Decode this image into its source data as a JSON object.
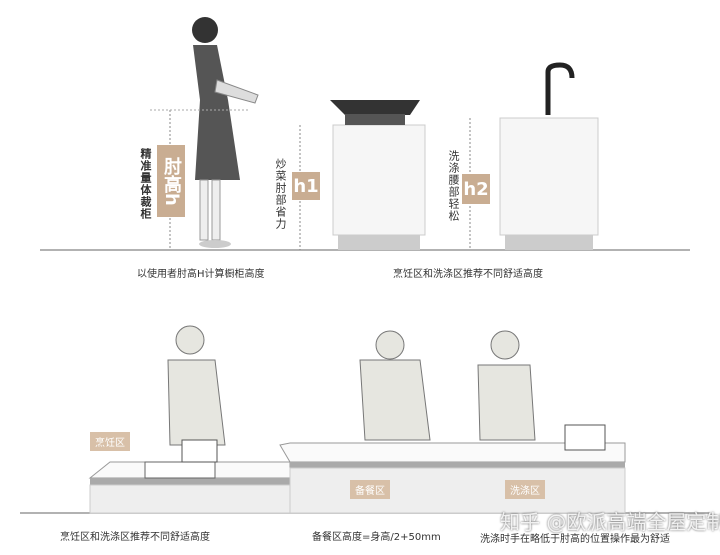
{
  "top": {
    "left_vertical": "精准量体裁柜",
    "tag_h": "肘高h",
    "mid_vertical": "炒菜肘部省力",
    "tag_h1": "h1",
    "right_vertical": "洗涤腰部轻松",
    "tag_h2": "h2",
    "caption_left": "以使用者肘高H计算橱柜高度",
    "caption_right": "烹饪区和洗涤区推荐不同舒适高度"
  },
  "bottom": {
    "zone_cook": "烹饪区",
    "zone_prep": "备餐区",
    "zone_wash": "洗涤区",
    "caption_1": "烹饪区和洗涤区推荐不同舒适高度",
    "caption_2": "备餐区高度=身高/2+50mm",
    "caption_3": "洗涤时手在略低于肘高的位置操作最为舒适"
  },
  "watermark": "知乎 @欧派高端全屋定制",
  "colors": {
    "accent": "#c9ad92"
  }
}
